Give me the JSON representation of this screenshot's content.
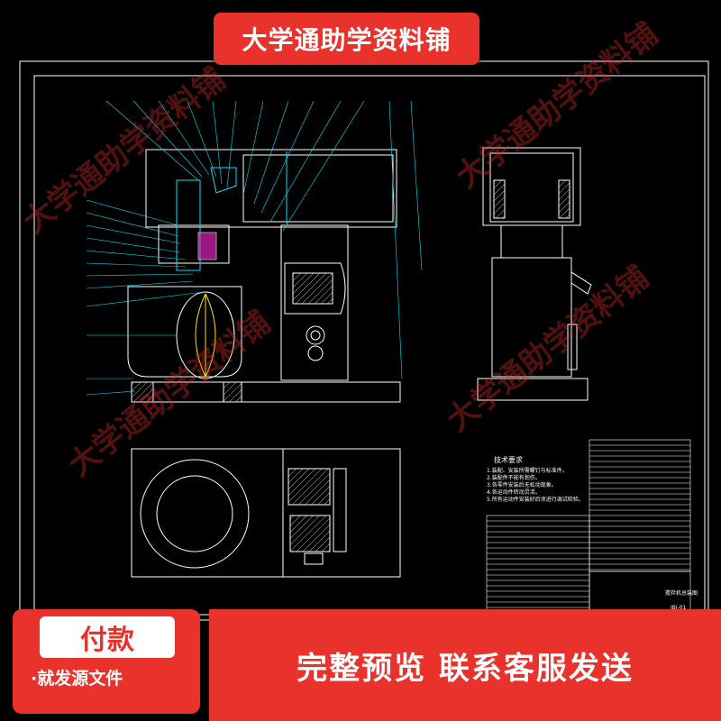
{
  "banner": {
    "title": "大学通助学资料铺"
  },
  "watermark": "大学通助学资料铺",
  "drawing": {
    "tech_title": "技术要求",
    "tech_lines": [
      "1.装配、安装所需螺钉与标准件。",
      "2.装配件不能有划伤。",
      "3.各零件安装后无松动现象。",
      "4.各运动件转动灵活。",
      "5.所有运动件安装好后须进行调试检验。"
    ],
    "title_block": {
      "name": "搅拌机总装图",
      "code": "JBJ-01"
    },
    "colors": {
      "outline": "#ffffff",
      "cyan": "#00e5ff",
      "magenta": "#ff2bd6",
      "yellow": "#ffe600",
      "red": "#e8322b"
    }
  },
  "pay": {
    "title": "付款",
    "subtitle": "·就发源文件"
  },
  "footer": {
    "text": "完整预览  联系客服发送"
  }
}
